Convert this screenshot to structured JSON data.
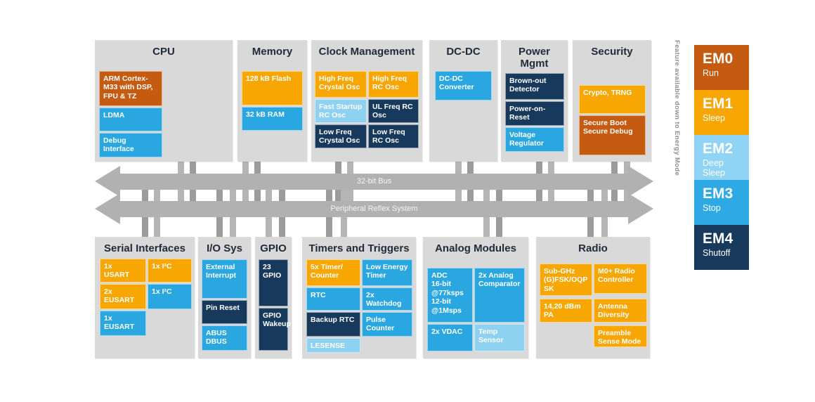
{
  "colors": {
    "orange": "#F8A602",
    "rust": "#C55A11",
    "blue": "#2AA7E0",
    "lightblue": "#8FD1F0",
    "navy": "#173A5C",
    "panel_gray": "#D9D9D9",
    "bus_gray": "#B2B1B1",
    "page_bg": "#FFFFFF"
  },
  "buses": [
    {
      "label": "32-bit Bus"
    },
    {
      "label": "Peripheral Reflex System"
    }
  ],
  "legend": {
    "vertical_label": "Feature available down to Energy Mode",
    "modes": [
      {
        "id": "EM0",
        "name": "Run",
        "color": "#C55A11"
      },
      {
        "id": "EM1",
        "name": "Sleep",
        "color": "#F8A602"
      },
      {
        "id": "EM2",
        "name": "Deep Sleep",
        "color": "#8FD4F5"
      },
      {
        "id": "EM3",
        "name": "Stop",
        "color": "#2FA9E4"
      },
      {
        "id": "EM4",
        "name": "Shutoff",
        "color": "#173A5C"
      }
    ]
  },
  "panels": [
    {
      "title": "CPU",
      "blocks": [
        {
          "label": "ARM Cortex-\nM33 with DSP,\nFPU & TZ",
          "color": "rust"
        },
        {
          "label": "LDMA",
          "color": "blue"
        },
        {
          "label": "Debug\nInterface",
          "color": "blue"
        }
      ]
    },
    {
      "title": "Memory",
      "blocks": [
        {
          "label": "128 kB Flash",
          "color": "orange"
        },
        {
          "label": "32 kB RAM",
          "color": "blue"
        }
      ]
    },
    {
      "title": "Clock Management",
      "blocks": [
        {
          "label": "High Freq\nCrystal Osc",
          "color": "orange"
        },
        {
          "label": "High Freq\nRC Osc",
          "color": "orange"
        },
        {
          "label": "Fast Startup\nRC Osc",
          "color": "lightblue"
        },
        {
          "label": "UL Freq RC\nOsc",
          "color": "navy"
        },
        {
          "label": "Low Freq\nCrystal Osc",
          "color": "navy"
        },
        {
          "label": "Low Freq\nRC Osc",
          "color": "navy"
        }
      ]
    },
    {
      "title": "DC-DC",
      "blocks": [
        {
          "label": "DC-DC\nConverter",
          "color": "blue"
        }
      ]
    },
    {
      "title": "Power\nMgmt",
      "blocks": [
        {
          "label": "Brown-out\nDetector",
          "color": "navy"
        },
        {
          "label": "Power-on-\nReset",
          "color": "navy"
        },
        {
          "label": "Voltage\nRegulator",
          "color": "blue"
        }
      ]
    },
    {
      "title": "Security",
      "blocks": [
        {
          "label": "Crypto, TRNG",
          "color": "orange"
        },
        {
          "label": "Secure Boot\nSecure Debug",
          "color": "rust"
        }
      ]
    },
    {
      "title": "Serial Interfaces",
      "blocks": [
        {
          "label": "1x\nUSART",
          "color": "orange"
        },
        {
          "label": "1x I²C",
          "color": "orange"
        },
        {
          "label": "2x\nEUSART",
          "color": "orange"
        },
        {
          "label": "1x I²C",
          "color": "blue"
        },
        {
          "label": "1x\nEUSART",
          "color": "blue"
        }
      ]
    },
    {
      "title": "I/O Sys",
      "blocks": [
        {
          "label": "External\nInterrupt",
          "color": "blue"
        },
        {
          "label": "Pin Reset",
          "color": "navy"
        },
        {
          "label": "ABUS\nDBUS",
          "color": "blue"
        }
      ]
    },
    {
      "title": "GPIO",
      "blocks": [
        {
          "label": "23\nGPIO",
          "color": "navy"
        },
        {
          "label": "GPIO\nWakeup",
          "color": "navy"
        }
      ]
    },
    {
      "title": "Timers and Triggers",
      "blocks": [
        {
          "label": "5x Timer/\nCounter",
          "color": "orange"
        },
        {
          "label": "Low Energy\nTimer",
          "color": "blue"
        },
        {
          "label": "RTC",
          "color": "blue"
        },
        {
          "label": "2x\nWatchdog",
          "color": "blue"
        },
        {
          "label": "Backup RTC",
          "color": "navy"
        },
        {
          "label": "Pulse\nCounter",
          "color": "blue"
        },
        {
          "label": "LESENSE",
          "color": "lightblue"
        }
      ]
    },
    {
      "title": "Analog Modules",
      "blocks": [
        {
          "label": "ADC\n16-bit\n@77ksps\n12-bit\n@1Msps",
          "color": "blue"
        },
        {
          "label": "2x Analog\nComparator",
          "color": "blue"
        },
        {
          "label": "2x VDAC",
          "color": "blue"
        },
        {
          "label": "Temp\nSensor",
          "color": "lightblue"
        }
      ]
    },
    {
      "title": "Radio",
      "blocks": [
        {
          "label": "Sub-GHz\n(G)FSK/OQP\nSK",
          "color": "orange"
        },
        {
          "label": "M0+ Radio\nController",
          "color": "orange"
        },
        {
          "label": "14,20 dBm\nPA",
          "color": "orange"
        },
        {
          "label": "Antenna\nDiversity",
          "color": "orange"
        },
        {
          "label": "Preamble\nSense Mode",
          "color": "orange"
        }
      ]
    }
  ]
}
